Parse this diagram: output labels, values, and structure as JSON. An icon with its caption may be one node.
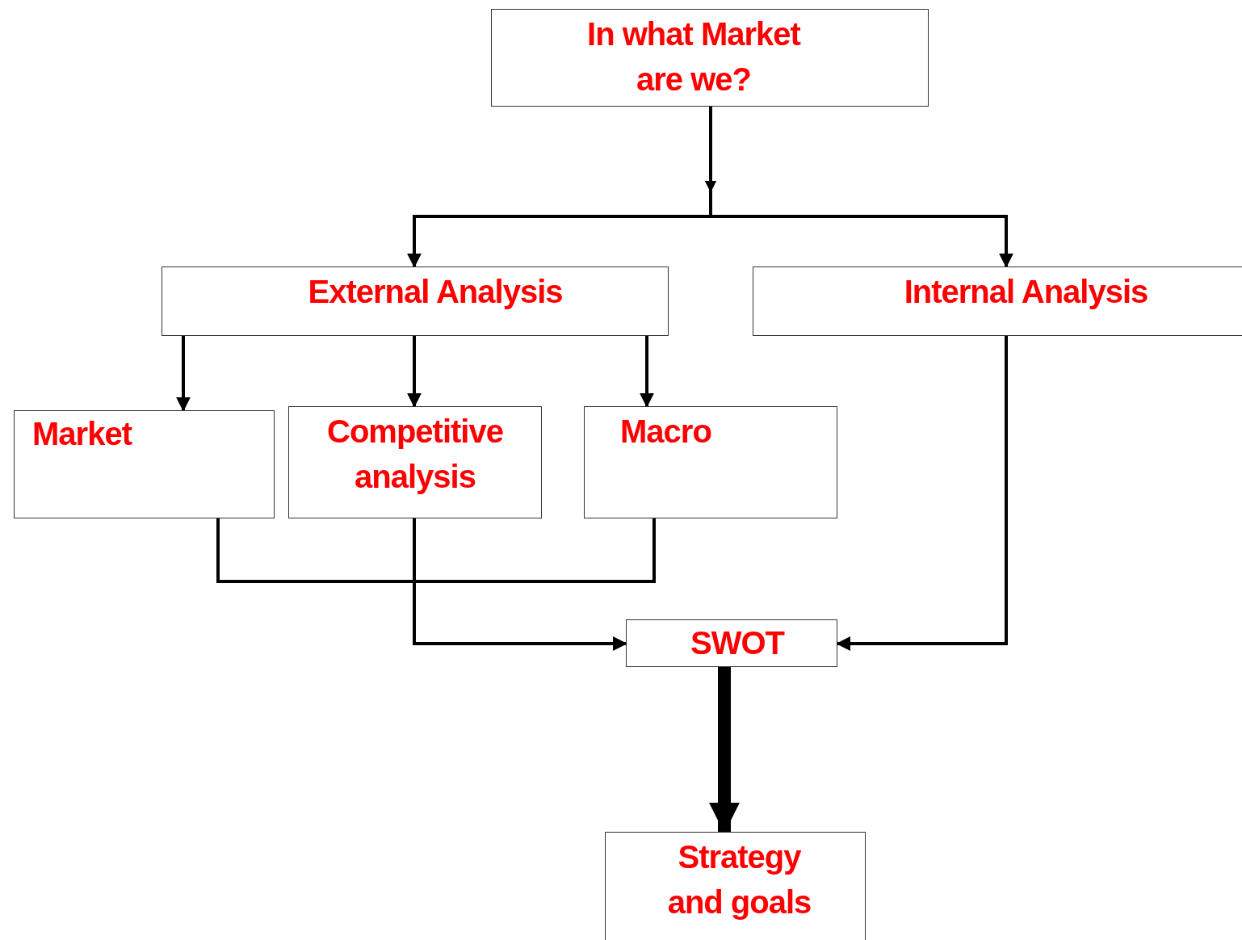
{
  "diagram": {
    "nodes": [
      {
        "text": [
          "In what Market are we?"
        ]
      },
      {
        "text": [
          "External Analysis"
        ]
      },
      {
        "text": [
          "Internal Analysis"
        ]
      },
      {
        "text": [
          "Market"
        ]
      },
      {
        "text": [
          "Competitive analysis"
        ]
      },
      {
        "text": [
          "Macro"
        ]
      },
      {
        "text": [
          "SWOT"
        ]
      },
      {
        "text": [
          "Strategy and goals"
        ]
      }
    ],
    "edges": [
      {
        "from": 0,
        "to": 1,
        "arrow": "to"
      },
      {
        "from": 0,
        "to": 2,
        "arrow": "to"
      },
      {
        "from": 1,
        "to": 3,
        "arrow": "to"
      },
      {
        "from": 1,
        "to": 4,
        "arrow": "to"
      },
      {
        "from": 1,
        "to": 5,
        "arrow": "to"
      },
      {
        "from": 3,
        "to": 6,
        "arrow": "none"
      },
      {
        "from": 4,
        "to": 6,
        "arrow": "to"
      },
      {
        "from": 5,
        "to": 6,
        "arrow": "none"
      },
      {
        "from": 2,
        "to": 6,
        "arrow": "to"
      },
      {
        "from": 6,
        "to": 7,
        "arrow": "to",
        "style": "thick"
      }
    ]
  }
}
